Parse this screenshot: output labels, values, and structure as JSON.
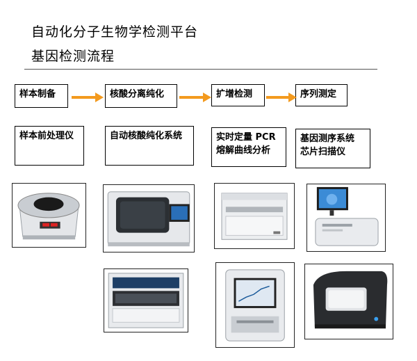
{
  "header": {
    "title_line1": "自动化分子生物学检测平台",
    "title_line2": "基因检测流程"
  },
  "steps": [
    {
      "label": "样本制备"
    },
    {
      "label": "核酸分离纯化"
    },
    {
      "label": "扩增检测"
    },
    {
      "label": "序列测定"
    }
  ],
  "instruments": [
    {
      "lines": [
        "样本前处理仪"
      ]
    },
    {
      "lines": [
        "自动核酸纯化系统"
      ]
    },
    {
      "lines": [
        "实时定量 PCR",
        "熔解曲线分析"
      ]
    },
    {
      "lines": [
        "基因测序系统",
        "芯片扫描仪"
      ]
    }
  ],
  "colors": {
    "arrow": "#f39a1e",
    "screen_blue": "#1a5a9a",
    "device_gray": "#d9dbde"
  },
  "images": [
    {
      "name": "centrifuge-image"
    },
    {
      "name": "nucleic-acid-purifier-image"
    },
    {
      "name": "pcr-instrument-image"
    },
    {
      "name": "scanner-computer-image"
    },
    {
      "name": "liquid-handler-image"
    },
    {
      "name": "pcr-touchscreen-image"
    },
    {
      "name": "sequencer-image"
    }
  ]
}
